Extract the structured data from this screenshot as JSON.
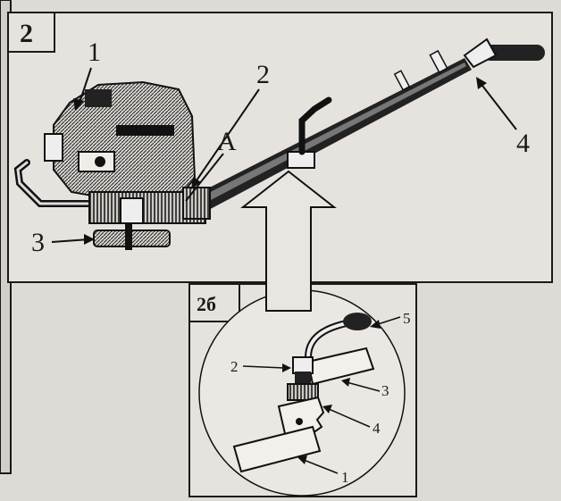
{
  "main_figure": {
    "panel_number": "2",
    "labels": {
      "l1": "1",
      "l2": "2",
      "lA": "A",
      "l3": "3",
      "l4": "4"
    }
  },
  "detail_figure": {
    "panel_number": "2б",
    "labels": {
      "d1": "1",
      "d2": "2",
      "d3": "3",
      "d4": "4",
      "d5": "5"
    }
  },
  "colors": {
    "paper": "#dedbd6",
    "ink": "#1a1a1a",
    "panel": "#e6e3de"
  }
}
